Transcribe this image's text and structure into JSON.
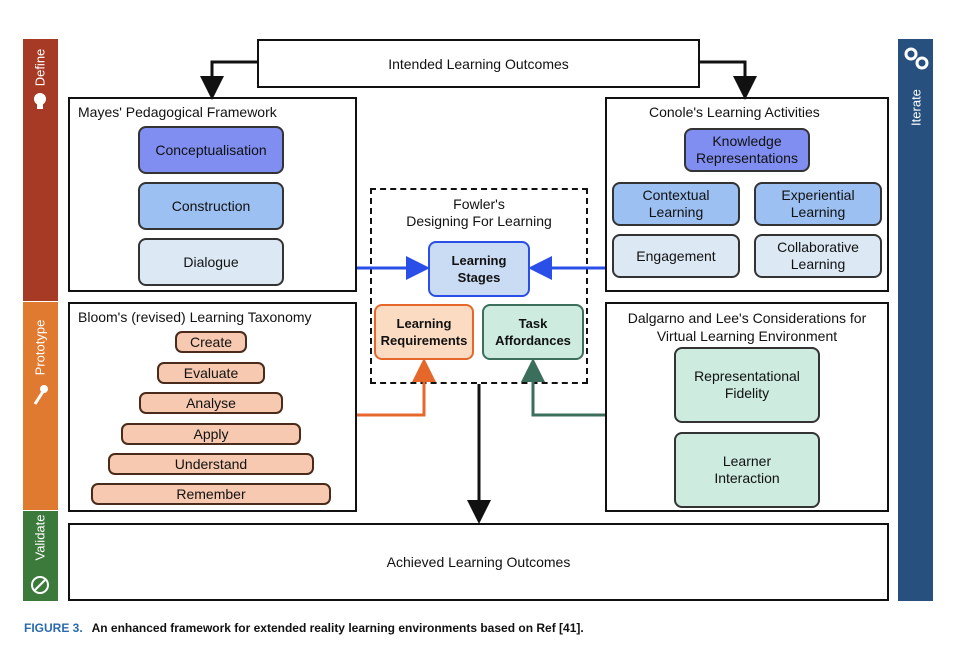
{
  "sidebar": {
    "define": {
      "label": "Define",
      "icon": "lightbulb-icon",
      "color": "#a63a24"
    },
    "prototype": {
      "label": "Prototype",
      "icon": "wrench-icon",
      "color": "#e07a30"
    },
    "validate": {
      "label": "Validate",
      "icon": "prohibited-icon",
      "color": "#3b7a3b"
    },
    "iterate": {
      "label": "Iterate",
      "icon": "gears-icon",
      "color": "#27507f"
    }
  },
  "intended_outcomes": "Intended Learning Outcomes",
  "achieved_outcomes": "Achieved Learning Outcomes",
  "mayes": {
    "title": "Mayes' Pedagogical Framework",
    "items": [
      "Conceptualisation",
      "Construction",
      "Dialogue"
    ]
  },
  "conole": {
    "title": "Conole's Learning Activities",
    "items": [
      "Knowledge\nRepresentations",
      "Contextual\nLearning",
      "Experiential\nLearning",
      "Engagement",
      "Collaborative\nLearning"
    ]
  },
  "fowler": {
    "title": "Fowler's\nDesigning For Learning",
    "stages": "Learning\nStages",
    "requirements": "Learning\nRequirements",
    "affordances": "Task\nAffordances"
  },
  "bloom": {
    "title": "Bloom's (revised) Learning Taxonomy",
    "levels": [
      "Create",
      "Evaluate",
      "Analyse",
      "Apply",
      "Understand",
      "Remember"
    ]
  },
  "dalgarno": {
    "title": "Dalgarno and Lee's Considerations for\nVirtual Learning Environment",
    "items": [
      "Representational\nFidelity",
      "Learner\nInteraction"
    ]
  },
  "caption": {
    "label": "FIGURE 3.",
    "text": "An enhanced framework for extended reality learning environments based on Ref [41]."
  },
  "colors": {
    "blue_dark": "#7f8ef0",
    "blue_mid": "#9cc0f2",
    "blue_light": "#dce9f5",
    "orange_box": "#fbdcc3",
    "green_box": "#cdebdf",
    "arrow_blue": "#2a4fe8",
    "arrow_orange": "#e5682a",
    "arrow_green": "#3c6e5c"
  }
}
